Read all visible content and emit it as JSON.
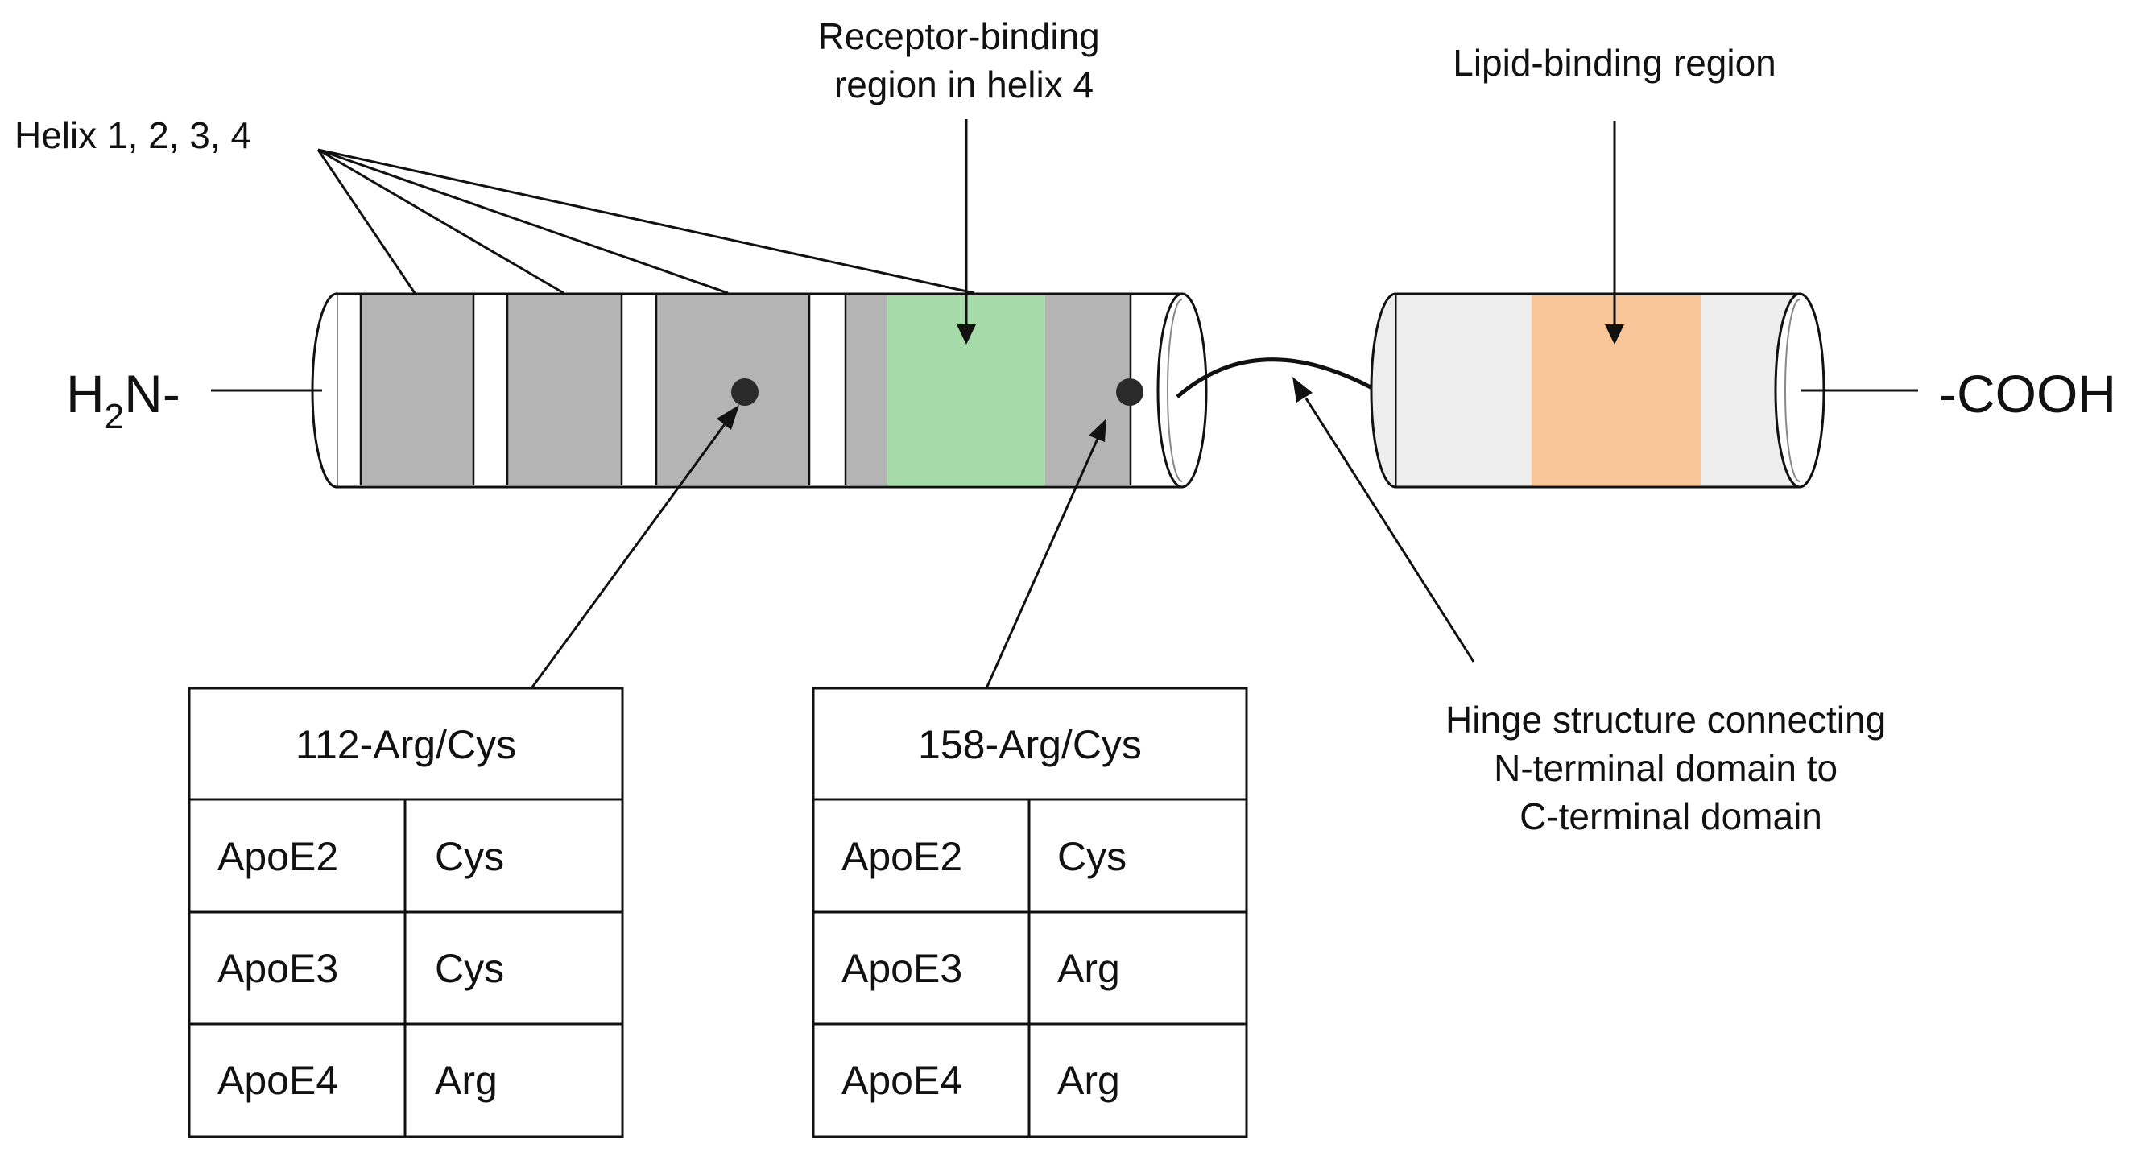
{
  "labels": {
    "helices": "Helix 1, 2, 3, 4",
    "receptor_line1": "Receptor-binding",
    "receptor_line2": "region in helix 4",
    "lipid": "Lipid-binding region",
    "n_terminus_main": "H",
    "n_terminus_sub": "2",
    "n_terminus_end": "N-",
    "c_terminus": "-COOH",
    "hinge_line1": "Hinge structure connecting",
    "hinge_line2": "N-terminal domain to",
    "hinge_line3": "C-terminal domain"
  },
  "colors": {
    "helix_gray": "#b4b4b4",
    "receptor_green": "#a6daa8",
    "lipid_orange": "#f9c699",
    "c_domain_light": "#ededed",
    "outline": "#111111"
  },
  "tables": [
    {
      "header": "112-Arg/Cys",
      "rows": [
        [
          "ApoE2",
          "Cys"
        ],
        [
          "ApoE3",
          "Cys"
        ],
        [
          "ApoE4",
          "Arg"
        ]
      ]
    },
    {
      "header": "158-Arg/Cys",
      "rows": [
        [
          "ApoE2",
          "Cys"
        ],
        [
          "ApoE3",
          "Arg"
        ],
        [
          "ApoE4",
          "Arg"
        ]
      ]
    }
  ]
}
